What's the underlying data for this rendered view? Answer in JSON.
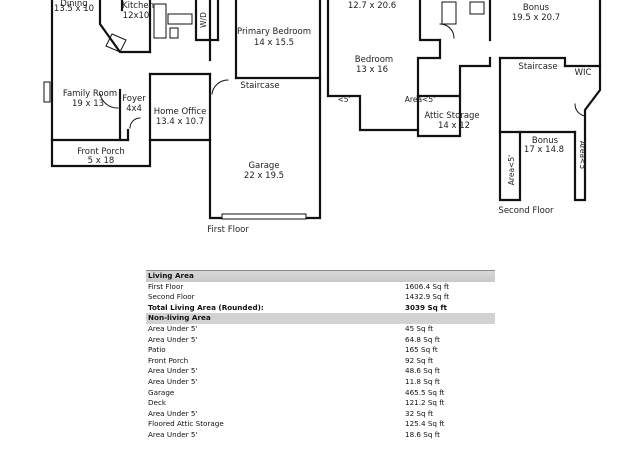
{
  "floor_plan": {
    "first_floor": {
      "label": "First Floor",
      "rooms": [
        {
          "name": "Dining",
          "size": "13.5 x 10"
        },
        {
          "name": "Kitchen",
          "size": "12x10"
        },
        {
          "name": "W/D",
          "size": ""
        },
        {
          "name": "Primary Bedroom",
          "size": "14 x 15.5"
        },
        {
          "name": "Family Room",
          "size": "19 x 13"
        },
        {
          "name": "Foyer",
          "size": "4x4"
        },
        {
          "name": "Home Office",
          "size": "13.4 x 10.7"
        },
        {
          "name": "Staircase",
          "size": ""
        },
        {
          "name": "Front Porch",
          "size": "5 x 18"
        },
        {
          "name": "Garage",
          "size": "22 x 19.5"
        }
      ]
    },
    "second_floor": {
      "label": "Second Floor",
      "rooms": [
        {
          "name": "12.7 x 20.6",
          "size": ""
        },
        {
          "name": "Bonus",
          "size": "19.5 x 20.7"
        },
        {
          "name": "Bedroom",
          "size": "13 x 16"
        },
        {
          "name": "Staircase",
          "size": ""
        },
        {
          "name": "WIC",
          "size": ""
        },
        {
          "name": "<5'",
          "size": ""
        },
        {
          "name": "Area<5'",
          "size": ""
        },
        {
          "name": "Attic Storage",
          "size": "14 x 12"
        },
        {
          "name": "Bonus",
          "size": "17 x 14.8"
        },
        {
          "name": "Area<5'",
          "size": ""
        },
        {
          "name": "Area<5'",
          "size": ""
        }
      ]
    }
  },
  "area_table": {
    "living_header": "Living Area",
    "living": [
      {
        "label": "First Floor",
        "value": "1606.4 Sq ft"
      },
      {
        "label": "Second Floor",
        "value": "1432.9 Sq ft"
      }
    ],
    "total": {
      "label": "Total Living Area (Rounded):",
      "value": "3039 Sq ft"
    },
    "nonliving_header": "Non-living Area",
    "nonliving": [
      {
        "label": "Area Under 5'",
        "value": "45 Sq ft"
      },
      {
        "label": "Area Under 5'",
        "value": "64.8 Sq ft"
      },
      {
        "label": "Patio",
        "value": "165 Sq ft"
      },
      {
        "label": "Front Porch",
        "value": "92 Sq ft"
      },
      {
        "label": "Area Under 5'",
        "value": "48.6 Sq ft"
      },
      {
        "label": "Area Under 5'",
        "value": "11.8 Sq ft"
      },
      {
        "label": "Garage",
        "value": "465.5 Sq ft"
      },
      {
        "label": "Deck",
        "value": "121.2 Sq ft"
      },
      {
        "label": "Area Under 5'",
        "value": "32 Sq ft"
      },
      {
        "label": "Floored Attic Storage",
        "value": "125.4 Sq ft"
      },
      {
        "label": "Area Under 5'",
        "value": "18.6 Sq ft"
      }
    ]
  }
}
